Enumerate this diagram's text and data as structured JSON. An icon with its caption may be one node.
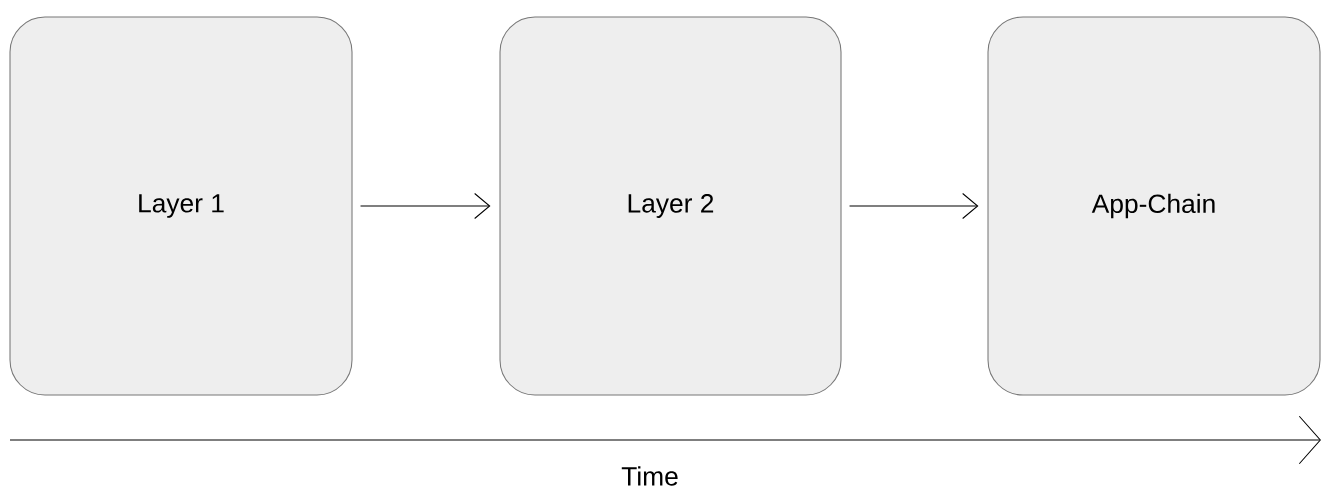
{
  "diagram": {
    "nodes": [
      {
        "text": [
          "Layer 1"
        ]
      },
      {
        "text": [
          "Layer 2"
        ]
      },
      {
        "text": [
          "App-Chain"
        ]
      }
    ],
    "edges": [
      {
        "from": 0,
        "to": 1,
        "arrow": "to"
      },
      {
        "from": 1,
        "to": 2,
        "arrow": "to"
      }
    ],
    "labels": [
      "Time"
    ]
  }
}
